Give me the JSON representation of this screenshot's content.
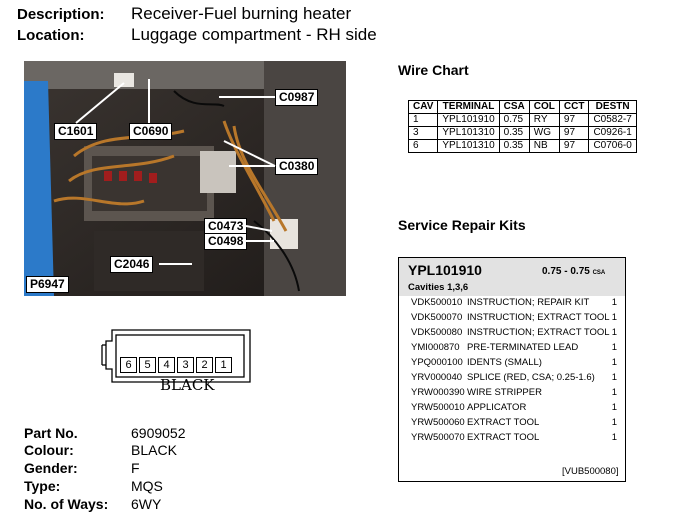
{
  "header": {
    "description_label": "Description:",
    "description_value": "Receiver-Fuel burning heater",
    "location_label": "Location:",
    "location_value": "Luggage compartment - RH side"
  },
  "photo": {
    "callouts": {
      "c1601": "C1601",
      "c0690": "C0690",
      "c0987": "C0987",
      "c0380": "C0380",
      "c0473": "C0473",
      "c0498": "C0498",
      "c2046": "C2046",
      "p6947": "P6947"
    }
  },
  "wire_chart": {
    "title": "Wire Chart",
    "headers": [
      "CAV",
      "TERMINAL",
      "CSA",
      "COL",
      "CCT",
      "DESTN"
    ],
    "rows": [
      [
        "1",
        "YPL101910",
        "0.75",
        "RY",
        "97",
        "C0582-7"
      ],
      [
        "3",
        "YPL101310",
        "0.35",
        "WG",
        "97",
        "C0926-1"
      ],
      [
        "6",
        "YPL101310",
        "0.35",
        "NB",
        "97",
        "C0706-0"
      ]
    ]
  },
  "service_kits": {
    "title": "Service Repair Kits",
    "kit_name": "YPL101910",
    "csa_range": "0.75 - 0.75",
    "csa_unit": "CSA",
    "cavities": "Cavities 1,3,6",
    "items": [
      {
        "code": "VDK500010",
        "desc": "INSTRUCTION; REPAIR KIT",
        "qty": "1"
      },
      {
        "code": "VDK500070",
        "desc": "INSTRUCTION; EXTRACT TOOL",
        "qty": "1"
      },
      {
        "code": "VDK500080",
        "desc": "INSTRUCTION; EXTRACT TOOL",
        "qty": "1"
      },
      {
        "code": "YMI000870",
        "desc": "PRE-TERMINATED LEAD",
        "qty": "1"
      },
      {
        "code": "YPQ000100",
        "desc": "IDENTS (SMALL)",
        "qty": "1"
      },
      {
        "code": "YRV000040",
        "desc": "SPLICE (RED, CSA; 0.25-1.6)",
        "qty": "1"
      },
      {
        "code": "YRW000390",
        "desc": "WIRE STRIPPER",
        "qty": "1"
      },
      {
        "code": "YRW500010",
        "desc": "APPLICATOR",
        "qty": "1"
      },
      {
        "code": "YRW500060",
        "desc": "EXTRACT TOOL",
        "qty": "1"
      },
      {
        "code": "YRW500070",
        "desc": "EXTRACT TOOL",
        "qty": "1"
      }
    ],
    "footer_code": "[VUB500080]"
  },
  "connector": {
    "pins": [
      "6",
      "5",
      "4",
      "3",
      "2",
      "1"
    ],
    "color_label": "BLACK"
  },
  "specs": {
    "part_no_label": "Part No.",
    "part_no": "6909052",
    "colour_label": "Colour:",
    "colour": "BLACK",
    "gender_label": "Gender:",
    "gender": "F",
    "type_label": "Type:",
    "type": "MQS",
    "ways_label": "No. of Ways:",
    "ways": "6WY"
  }
}
